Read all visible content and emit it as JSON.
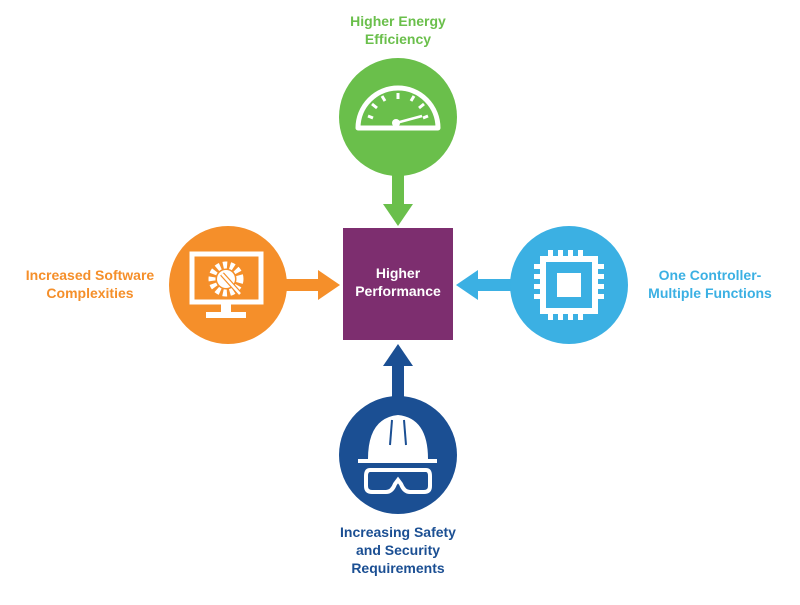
{
  "center": {
    "line1": "Higher",
    "line2": "Performance"
  },
  "nodes": {
    "top": {
      "line1": "Higher Energy",
      "line2": "Efficiency",
      "icon": "speedometer-icon"
    },
    "left": {
      "line1": "Increased Software",
      "line2": "Complexities",
      "icon": "monitor-gear-wrench-icon"
    },
    "right": {
      "line1": "One Controller-",
      "line2": "Multiple Functions",
      "icon": "microchip-icon"
    },
    "bottom": {
      "line1": "Increasing Safety",
      "line2": "and Security",
      "line3": "Requirements",
      "icon": "hardhat-goggles-icon"
    }
  },
  "colors": {
    "green": "#6abf4b",
    "orange": "#f58f2a",
    "blue": "#3bb0e3",
    "navy": "#1b4f93",
    "purple": "#7d2e6f"
  }
}
